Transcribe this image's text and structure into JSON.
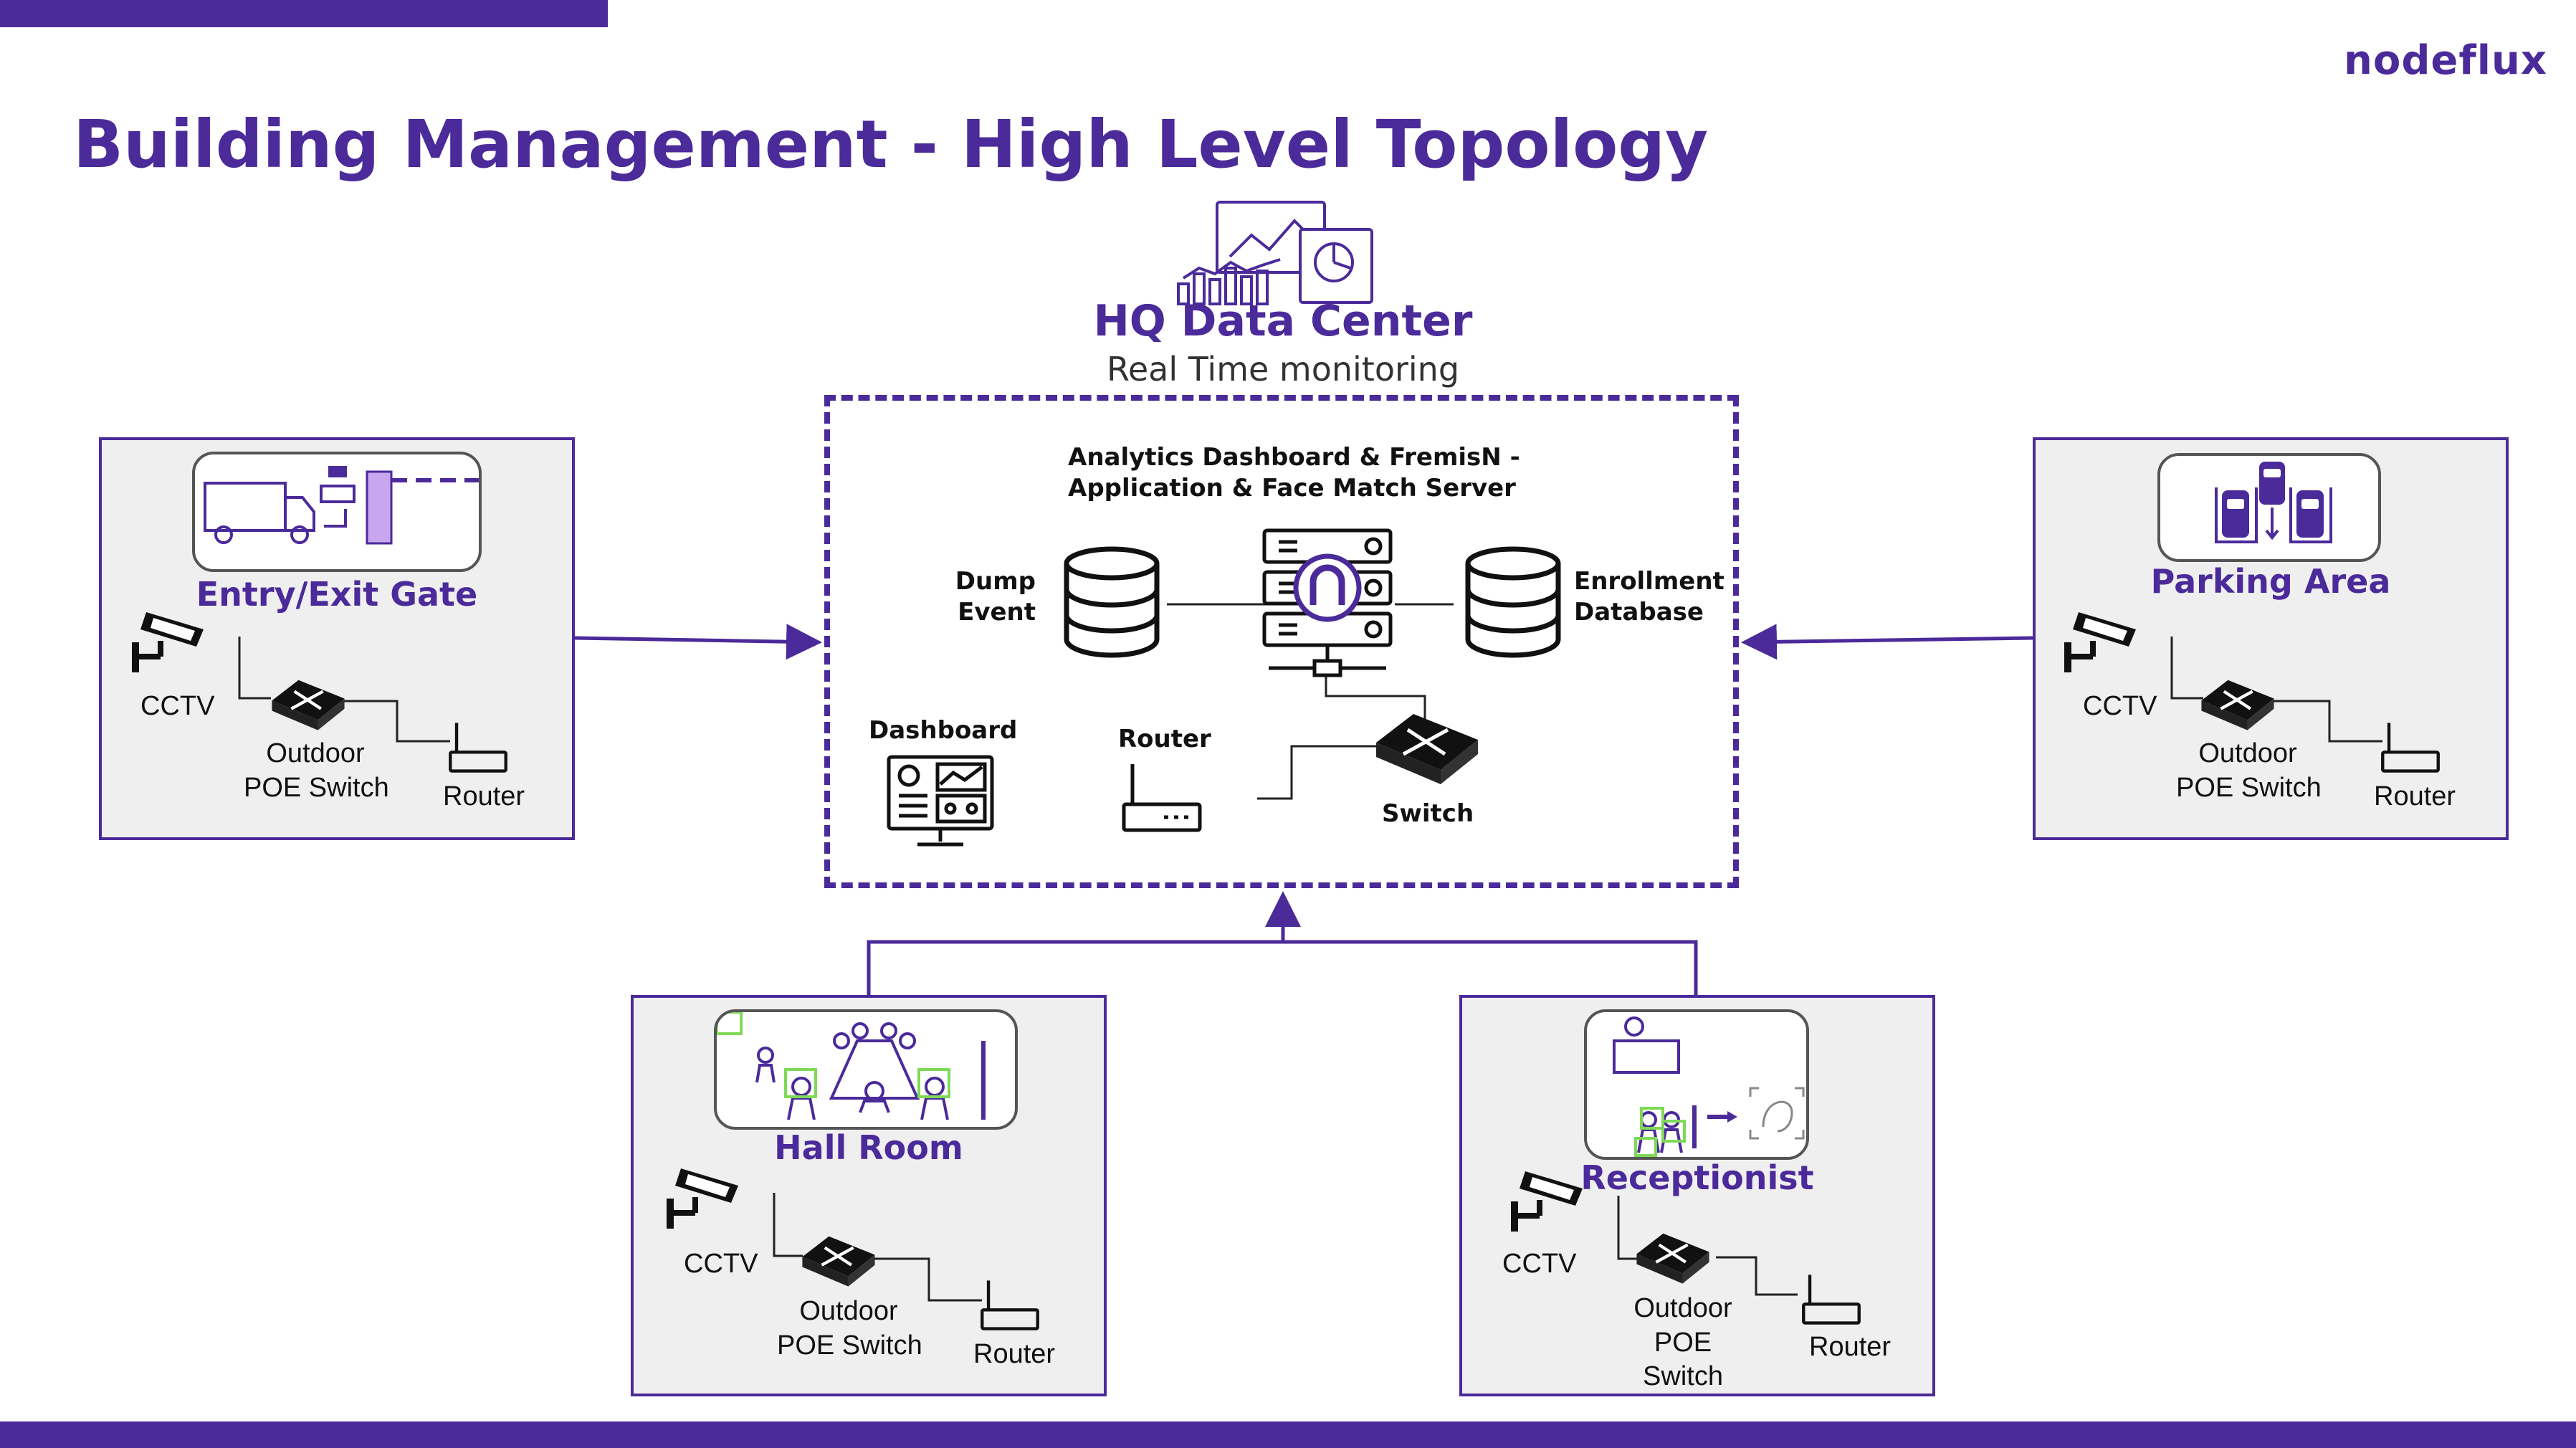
{
  "brand": {
    "logo_text": "nodeflux"
  },
  "page": {
    "title": "Building Management - High Level Topology"
  },
  "hq": {
    "title": "HQ Data Center",
    "subtitle": "Real Time monitoring",
    "server_label_line1": "Analytics Dashboard & FremisN -",
    "server_label_line2": "Application & Face Match Server",
    "dump_line1": "Dump",
    "dump_line2": "Event",
    "enroll_line1": "Enrollment",
    "enroll_line2": "Database",
    "dashboard_label": "Dashboard",
    "router_label": "Router",
    "switch_label": "Switch"
  },
  "sites": {
    "entry": {
      "title": "Entry/Exit Gate",
      "cctv": "CCTV",
      "switch_line1": "Outdoor",
      "switch_line2": "POE Switch",
      "router": "Router"
    },
    "parking": {
      "title": "Parking Area",
      "cctv": "CCTV",
      "switch_line1": "Outdoor",
      "switch_line2": "POE Switch",
      "router": "Router"
    },
    "hall": {
      "title": "Hall Room",
      "cctv": "CCTV",
      "switch_line1": "Outdoor",
      "switch_line2": "POE Switch",
      "router": "Router"
    },
    "reception": {
      "title": "Receptionist",
      "cctv": "CCTV",
      "switch_line1": "Outdoor",
      "switch_line2": "POE",
      "switch_line3": "Switch",
      "router": "Router"
    }
  },
  "colors": {
    "brand_purple": "#4b2a9a",
    "site_fill": "#efefef",
    "face_box_green": "#7ed957",
    "icon_black": "#111111"
  }
}
